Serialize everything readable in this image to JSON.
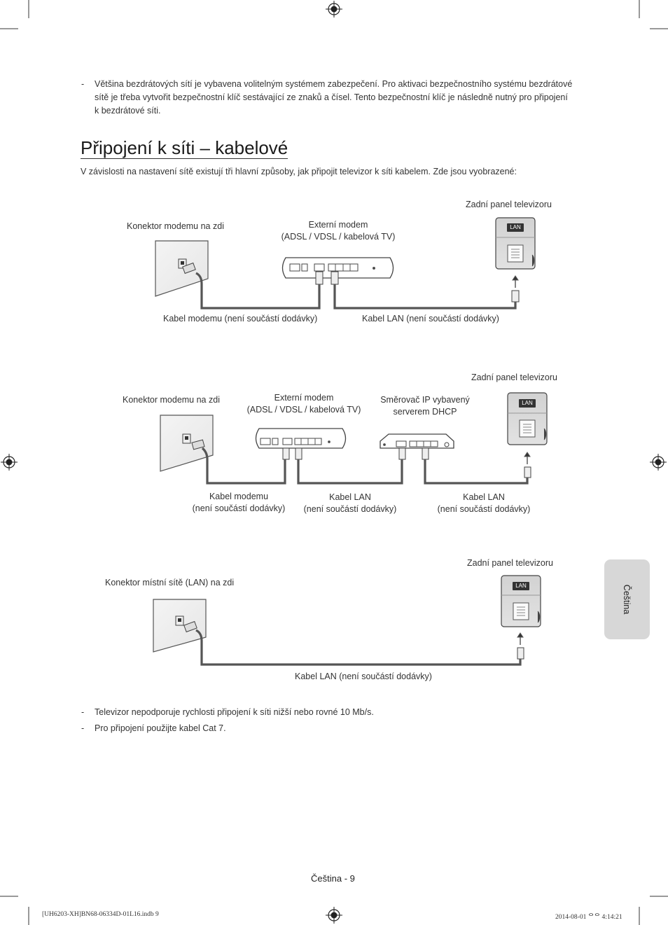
{
  "intro_note": "Většina bezdrátových sítí je vybavena volitelným systémem zabezpečení. Pro aktivaci bezpečnostního systému bezdrátové sítě je třeba vytvořit bezpečnostní klíč sestávající ze znaků a čísel. Tento bezpečnostní klíč je následně nutný pro připojení k bezdrátové síti.",
  "intro_note_lines": [
    "Většina bezdrátových sítí je vybavena volitelným systémem zabezpečení. Pro aktivaci bezpečnostního systému bezdrátové",
    "sítě je třeba vytvořit bezpečnostní klíč sestávající ze znaků a čísel. Tento bezpečnostní klíč je následně nutný pro připojení",
    "k bezdrátové síti."
  ],
  "dash": "-",
  "heading": "Připojení k síti – kabelové",
  "description": "V závislosti na nastavení sítě existují tři hlavní způsoby, jak připojit televizor k síti kabelem. Zde jsou vyobrazené:",
  "diagram1": {
    "wall": "Konektor modemu na zdi",
    "modem_line1": "Externí modem",
    "modem_line2": "(ADSL / VDSL / kabelová TV)",
    "tv": "Zadní panel televizoru",
    "lan_badge": "LAN",
    "cable_modem": "Kabel modemu (není součástí dodávky)",
    "cable_lan": "Kabel LAN (není součástí dodávky)"
  },
  "diagram2": {
    "wall": "Konektor modemu na zdi",
    "modem_line1": "Externí modem",
    "modem_line2": "(ADSL / VDSL / kabelová TV)",
    "router_line1": "Směrovač IP vybavený",
    "router_line2": "serverem DHCP",
    "tv": "Zadní panel televizoru",
    "lan_badge": "LAN",
    "cable_modem_line1": "Kabel modemu",
    "cable_modem_line2": "(není součástí dodávky)",
    "cable_lan1_line1": "Kabel LAN",
    "cable_lan1_line2": "(není součástí dodávky)",
    "cable_lan2_line1": "Kabel LAN",
    "cable_lan2_line2": "(není součástí dodávky)"
  },
  "diagram3": {
    "wall": "Konektor místní sítě (LAN) na zdi",
    "tv": "Zadní panel televizoru",
    "lan_badge": "LAN",
    "cable_lan": "Kabel LAN (není součástí dodávky)"
  },
  "notes": [
    "Televizor nepodporuje rychlosti připojení k síti nižší nebo rovné 10 Mb/s.",
    "Pro připojení použijte kabel Cat 7."
  ],
  "side_tab": "Čeština",
  "page_number": "Čeština - 9",
  "footer_left": "[UH6203-XH]BN68-06334D-01L16.indb   9",
  "footer_right": "2014-08-01   ᄋᄋ 4:14:21"
}
